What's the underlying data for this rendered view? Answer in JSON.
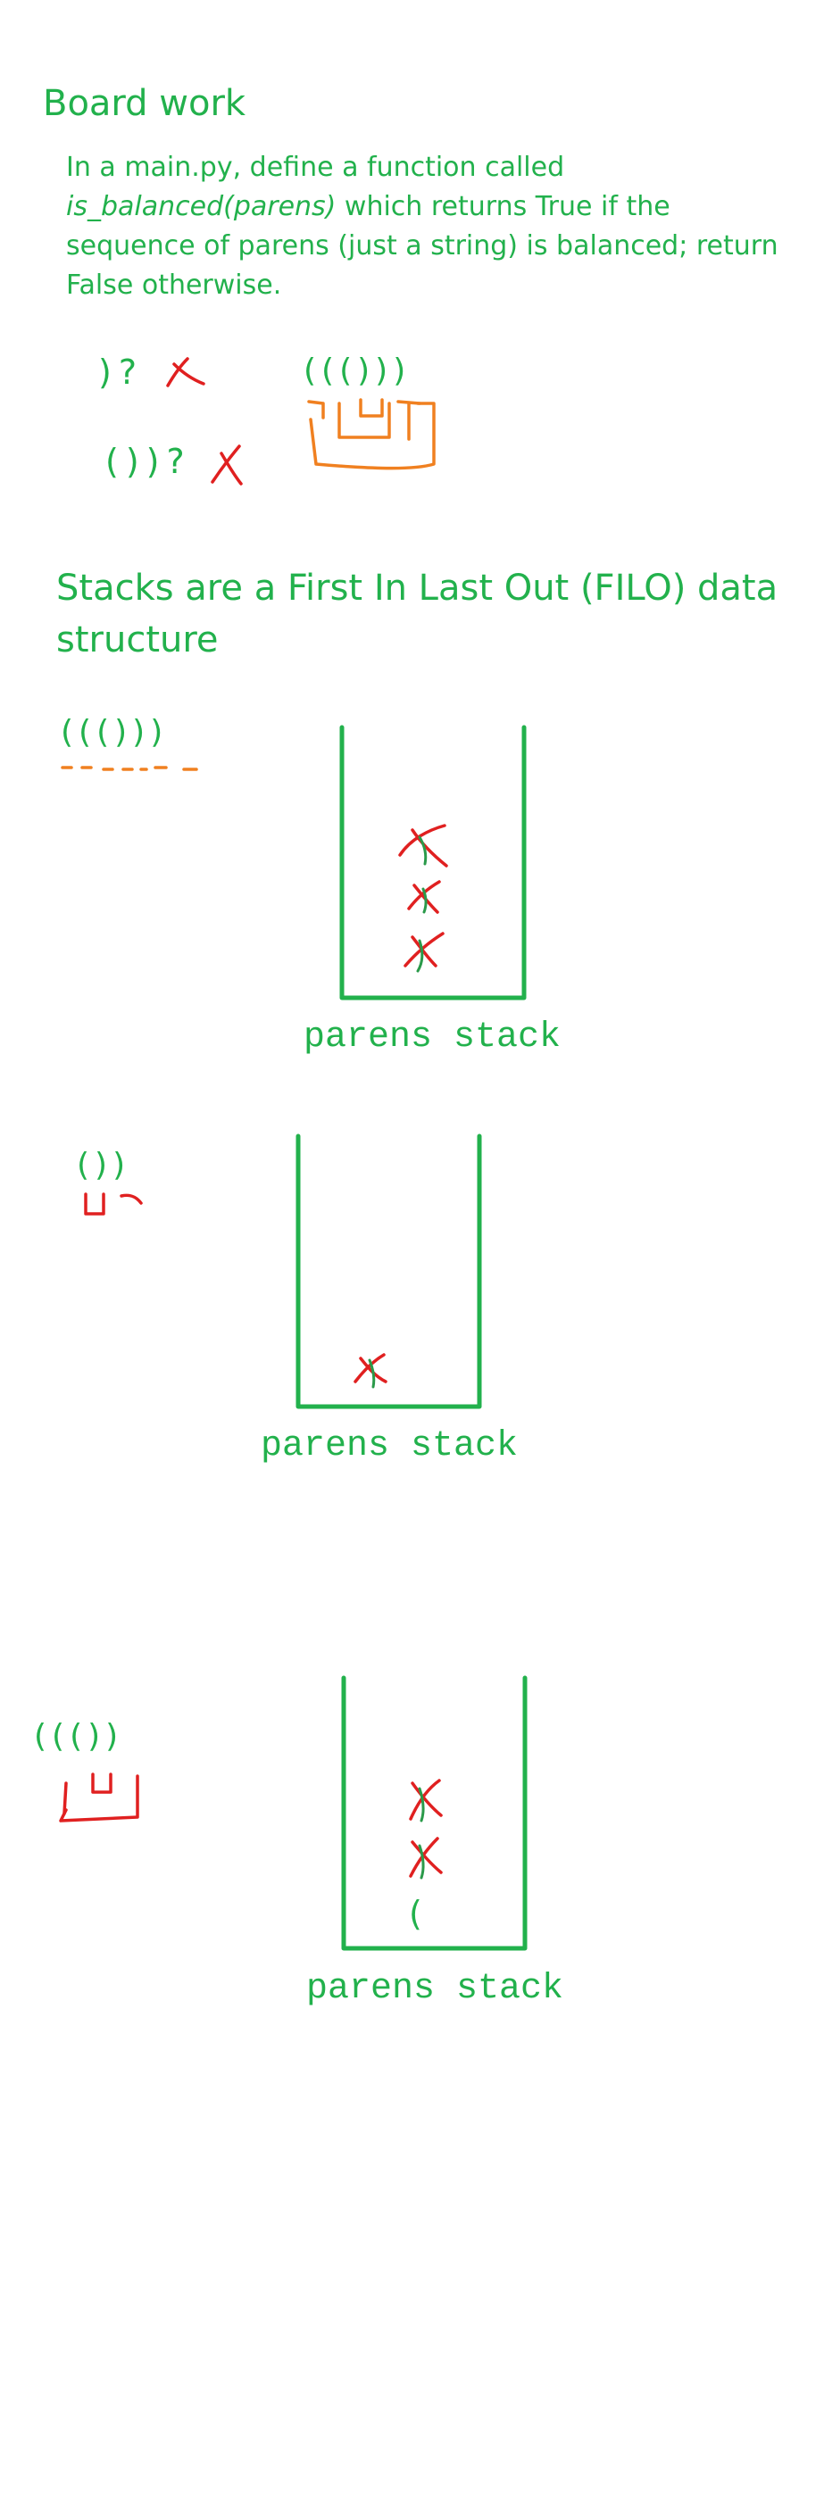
{
  "board": {
    "title": "Board work",
    "instructions": {
      "before": "In a main.py, define a function called ",
      "function": "is_balanced(parens)",
      "after": " which returns True if the sequence of parens (just a string) is balanced; return False otherwise."
    },
    "examples": [
      {
        "text": ")?",
        "result": "invalid"
      },
      {
        "text": "())?",
        "result": "invalid"
      },
      {
        "text": "((()))",
        "result": "balanced"
      }
    ]
  },
  "stacks": {
    "heading": "Stacks are a First In Last Out (FILO) data structure",
    "diagrams": [
      {
        "sequence": "((()))",
        "label": "parens stack",
        "stack_contents": []
      },
      {
        "sequence": "())",
        "label": "parens stack",
        "stack_contents": []
      },
      {
        "sequence": "((())",
        "label": "parens stack",
        "stack_contents": [
          "("
        ]
      }
    ]
  },
  "colors": {
    "text": "#22b14c",
    "mark_red": "#e02020",
    "mark_orange": "#f08020"
  }
}
